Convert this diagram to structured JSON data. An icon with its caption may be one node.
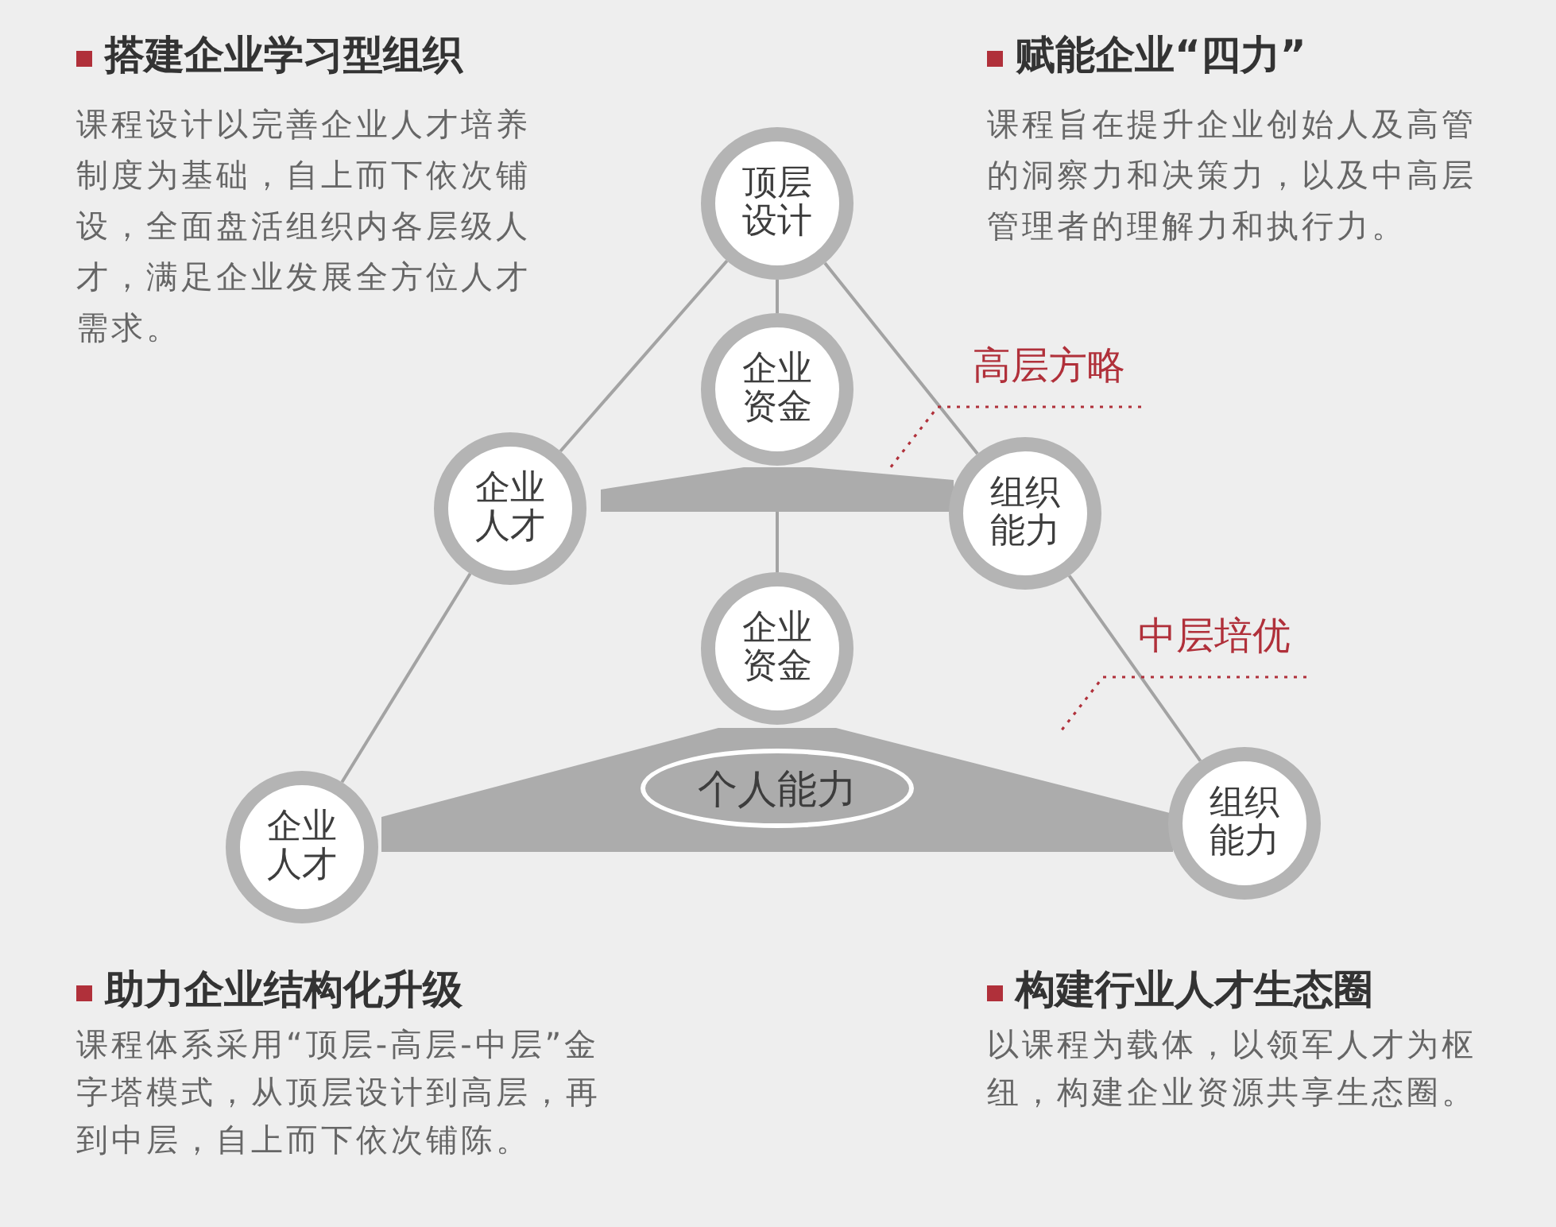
{
  "diagram": {
    "nodes": [
      {
        "text": [
          "顶层设计"
        ]
      },
      {
        "text": [
          "企业资金"
        ]
      },
      {
        "text": [
          "企业人才"
        ]
      },
      {
        "text": [
          "组织能力"
        ]
      },
      {
        "text": [
          "企业资金"
        ]
      },
      {
        "text": [
          "企业人才"
        ]
      },
      {
        "text": [
          "组织能力"
        ]
      },
      {
        "text": [],
        "shape": "triangle"
      },
      {
        "text": [],
        "shape": "triangle"
      },
      {
        "text": [
          "个人能力"
        ],
        "in": 8
      },
      {
        "text": [
          "高层方略"
        ]
      },
      {
        "text": [
          "中层培优"
        ]
      }
    ],
    "edges": [
      {
        "from": 0,
        "to": 1,
        "arrow": "none"
      },
      {
        "from": 0,
        "to": 2,
        "arrow": "none"
      },
      {
        "from": 0,
        "to": 3,
        "arrow": "none"
      },
      {
        "from": 7,
        "to": 4,
        "arrow": "none"
      },
      {
        "from": 2,
        "to": 5,
        "arrow": "none"
      },
      {
        "from": 3,
        "to": 6,
        "arrow": "none"
      },
      {
        "from": 10,
        "to": 7,
        "arrow": "none",
        "style": "dashed",
        "color": "#b0303a"
      },
      {
        "from": 11,
        "to": 8,
        "arrow": "none",
        "style": "dashed",
        "color": "#b0303a"
      }
    ],
    "labels": [
      "搭建企业学习型组织",
      "课程设计以完善企业人才培养制度为基础，自上而下依次铺设，全面盘活组织内各层级人才，满足企业发展全方位人才需求。",
      "赋能企业“四力”",
      "课程旨在提升企业创始人及高管的洞察力和决策力，以及中高层管理者的理解力和执行力。",
      "助力企业结构化升级",
      "课程体系采用“顶层-高层-中层”金字塔模式，从顶层设计到高层，再到中层，自上而下依次铺陈。",
      "构建行业人才生态圈",
      "以课程为载体，以领军人才为枢纽，构建企业资源共享生态圈。"
    ]
  }
}
